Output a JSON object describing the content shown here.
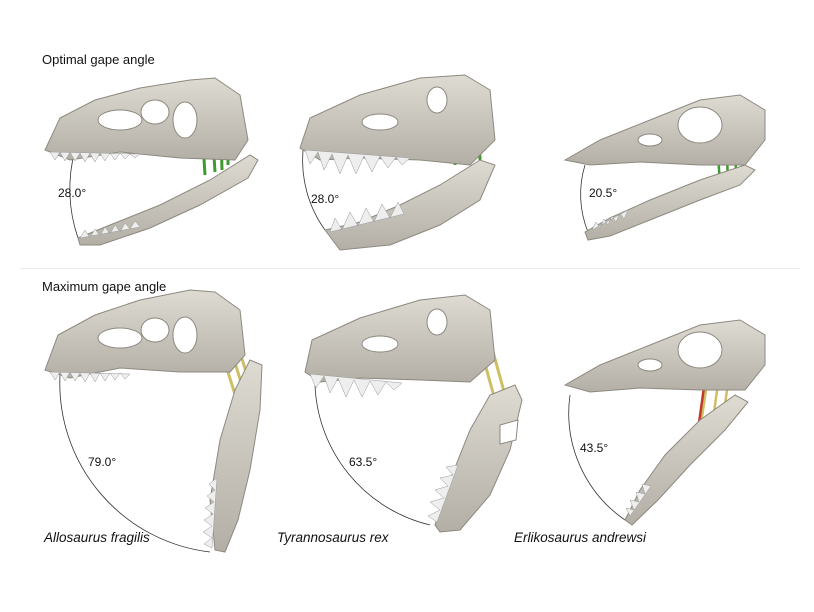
{
  "rows": {
    "optimal": {
      "title": "Optimal gape angle"
    },
    "maximum": {
      "title": "Maximum gape angle"
    }
  },
  "species": [
    {
      "name": "Allosaurus fragilis",
      "optimal_angle": "28.0°",
      "maximum_angle": "79.0°"
    },
    {
      "name": "Tyrannosaurus rex",
      "optimal_angle": "28.0°",
      "maximum_angle": "63.5°"
    },
    {
      "name": "Erlikosaurus andrewsi",
      "optimal_angle": "20.5°",
      "maximum_angle": "43.5°"
    }
  ],
  "colors": {
    "bone": "#cfccc4",
    "bone_shadow": "#a8a49a",
    "muscle_optimal": "#3c9a2e",
    "muscle_maximum": "#cdbf62",
    "muscle_strained": "#c0392b",
    "teeth": "#eeeeee"
  }
}
